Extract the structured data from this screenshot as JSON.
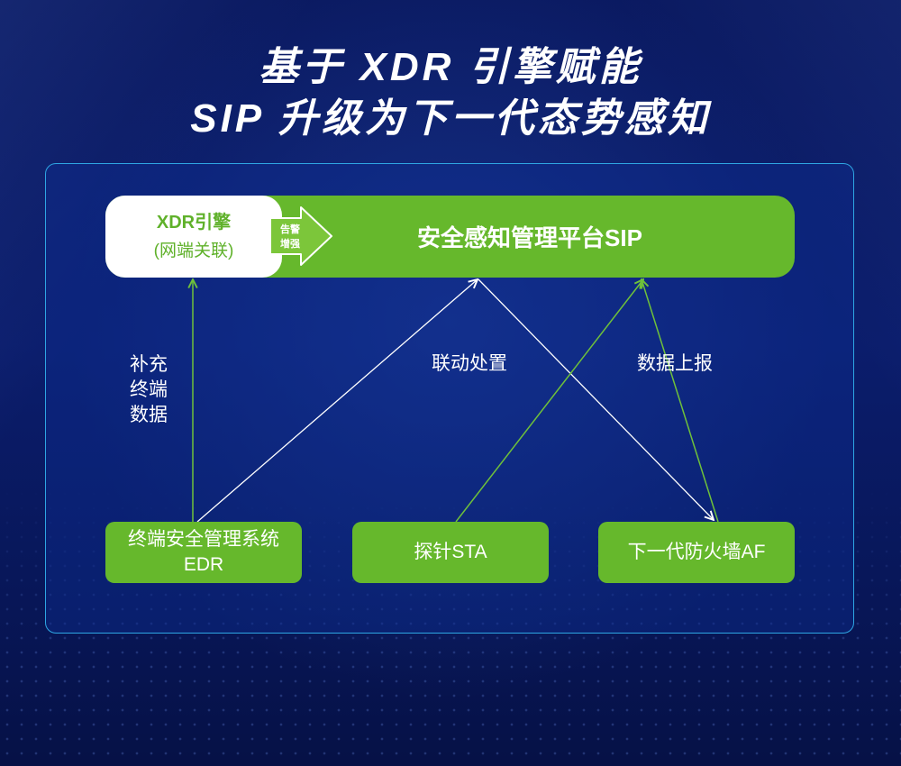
{
  "title": {
    "line1": "基于 XDR 引擎赋能",
    "line2": "SIP 升级为下一代态势感知"
  },
  "platform": {
    "engine": {
      "name": "XDR引擎",
      "subtitle": "(网端关联)"
    },
    "arrow_label": {
      "line1": "告警",
      "line2": "增强"
    },
    "name": "安全感知管理平台SIP"
  },
  "sources": [
    {
      "line1": "终端安全管理系统",
      "line2": "EDR"
    },
    {
      "line1": "探针STA"
    },
    {
      "line1": "下一代防火墙AF"
    }
  ],
  "flows": {
    "supplement": [
      "补充",
      "终端",
      "数据"
    ],
    "linkage": "联动处置",
    "report": "数据上报"
  },
  "colors": {
    "background": "#0a1960",
    "green": "#66b82c",
    "panel_border": "#2ea6e3",
    "text": "#ffffff"
  }
}
